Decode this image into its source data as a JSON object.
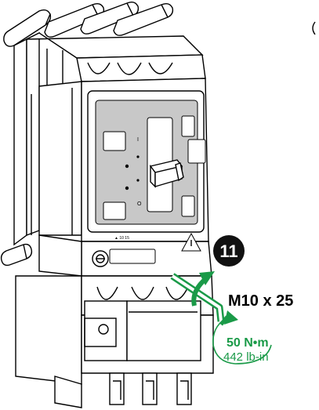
{
  "step": {
    "number": "11"
  },
  "screw": {
    "spec": "M10 x 25"
  },
  "torque": {
    "metric": "50 N•m",
    "imperial": "442 lb-in"
  },
  "breaker_markings": {
    "rating_text": "▲ 10  15",
    "indicator_i": "I",
    "indicator_o": "O"
  },
  "colors": {
    "outline": "#000000",
    "panel_gray": "#c8c8c8",
    "face_gray": "#d4d4d4",
    "accent_green": "#1a9a48",
    "badge_black": "#111111",
    "badge_text": "#ffffff"
  },
  "icons": {
    "step_badge": "filled-circle-number",
    "rotation_arrow": "curved-arrow-green",
    "allen_key": "hex-key-l-shape",
    "torque_arrow": "circular-arrow-green"
  }
}
